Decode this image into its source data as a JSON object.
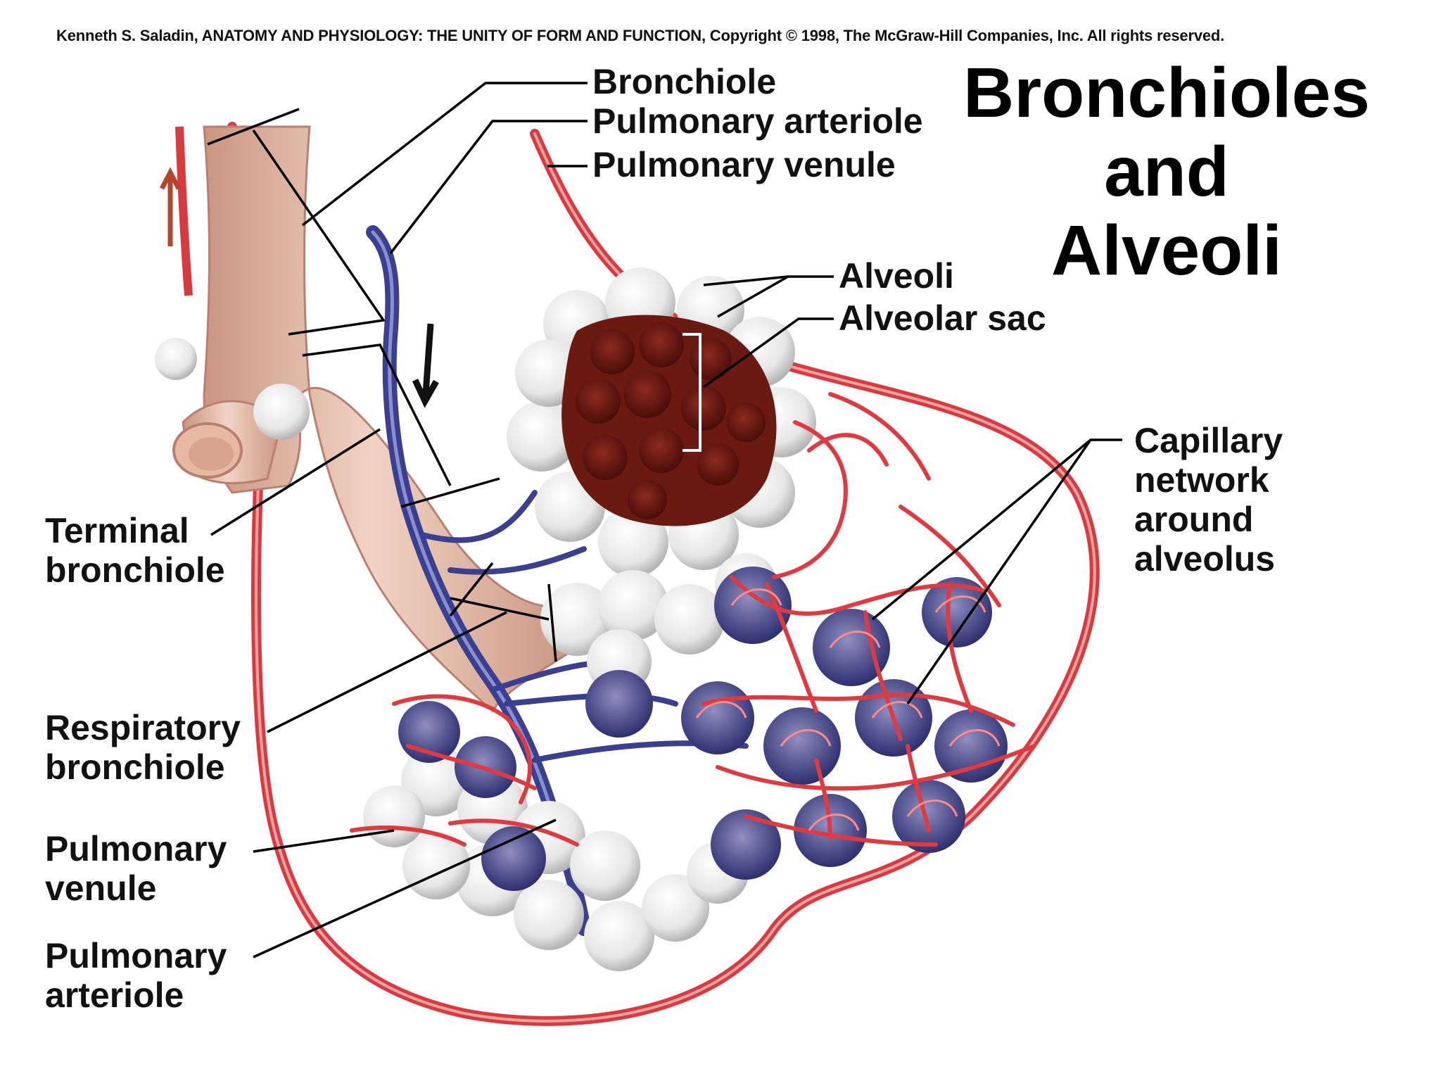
{
  "credit": "Kenneth S. Saladin, ANATOMY AND PHYSIOLOGY: THE UNITY OF FORM AND FUNCTION, Copyright © 1998, The McGraw-Hill Companies, Inc.  All rights reserved.",
  "title": {
    "line1": "Bronchioles",
    "line2": "and",
    "line3": "Alveoli"
  },
  "labels": {
    "bronchiole_top": "Bronchiole",
    "pulmonary_arteriole_top": "Pulmonary arteriole",
    "pulmonary_venule_top": "Pulmonary venule",
    "alveoli": "Alveoli",
    "alveolar_sac": "Alveolar sac",
    "capillary_network": {
      "line1": "Capillary",
      "line2": "network",
      "line3": "around",
      "line4": "alveolus"
    },
    "terminal_bronchiole": {
      "line1": "Terminal",
      "line2": "bronchiole"
    },
    "respiratory_bronchiole": {
      "line1": "Respiratory",
      "line2": "bronchiole"
    },
    "pulmonary_venule_left": {
      "line1": "Pulmonary",
      "line2": "venule"
    },
    "pulmonary_arteriole_left": {
      "line1": "Pulmonary",
      "line2": "arteriole"
    }
  },
  "colors": {
    "bronchiole": "#e9c2b0",
    "bronchiole_shade": "#c99580",
    "vein_red": "#d93a3f",
    "artery_blue": "#3b3f8f",
    "alveolus_white": "#f2f2f2",
    "sac_interior": "#6b1a12",
    "leader": "#000000"
  }
}
